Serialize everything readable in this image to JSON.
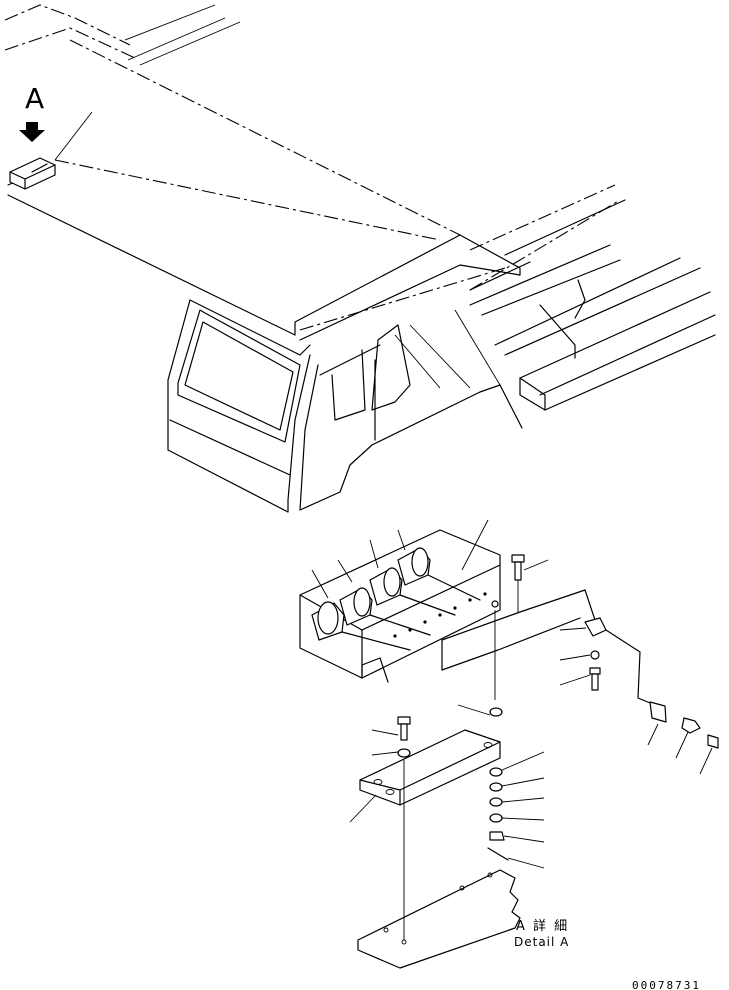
{
  "view_marker": "A",
  "detail_label_jp": "A 詳 細",
  "detail_label_en": "Detail A",
  "drawing_number": "00078731"
}
